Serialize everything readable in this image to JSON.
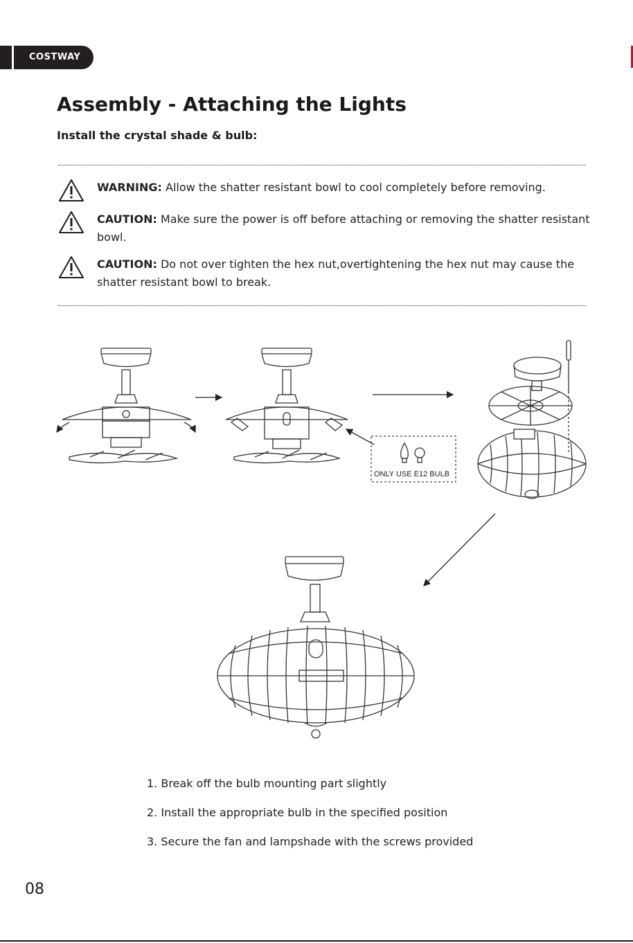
{
  "header": {
    "brand": "COSTWAY"
  },
  "page": {
    "title": "Assembly - Attaching the Lights",
    "subtitle": "Install the crystal shade & bulb:",
    "page_number": "08"
  },
  "notices": [
    {
      "keyword": "WARNING:",
      "text": " Allow the shatter resistant bowl to cool completely before removing.",
      "icon": "warning-triangle-icon"
    },
    {
      "keyword": "CAUTION:",
      "text": " Make sure the power is off before attaching or removing the shatter resistant bowl.",
      "icon": "warning-triangle-icon"
    },
    {
      "keyword": "CAUTION:",
      "text": " Do not over tighten the hex nut,overtightening the hex nut may cause the shatter resistant bowl to break.",
      "icon": "warning-triangle-icon"
    }
  ],
  "figure": {
    "bulb_callout": "ONLY USE E12 BULB"
  },
  "steps": [
    "1. Break off the bulb mounting part slightly",
    "2. Install the appropriate bulb in the specified position",
    "3. Secure the fan and lampshade with the screws provided"
  ],
  "colors": {
    "brand_bar": "#231f20",
    "text": "#1a1a1a",
    "edge_mark": "#c8102e"
  }
}
